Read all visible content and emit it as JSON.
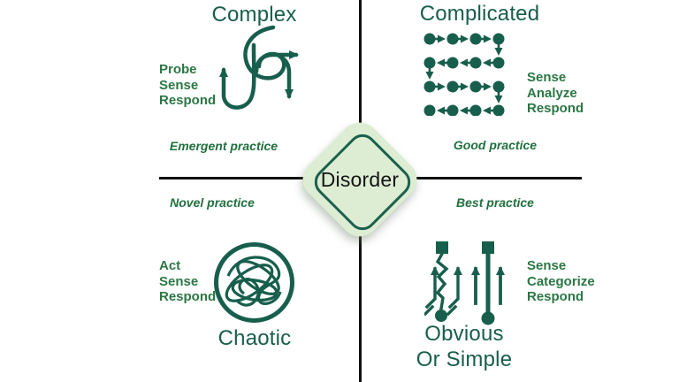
{
  "colors": {
    "title_green": "#185e4d",
    "label_green": "#2b7744",
    "practice_green": "#20703f",
    "icon_green": "#185e4d",
    "divider_black": "#101010",
    "diamond_fill": "#dcedd4",
    "diamond_stroke": "#1b604c",
    "disorder_text": "#141414",
    "background": "#ffffff"
  },
  "center": {
    "label": "Disorder"
  },
  "quadrants": {
    "complex": {
      "title": "Complex",
      "icon": "tangled-arrows-icon",
      "actions": [
        "Probe",
        "Sense",
        "Respond"
      ],
      "practice": "Emergent practice"
    },
    "complicated": {
      "title": "Complicated",
      "icon": "dot-grid-snake-icon",
      "actions": [
        "Sense",
        "Analyze",
        "Respond"
      ],
      "practice": "Good practice"
    },
    "chaotic": {
      "title": "Chaotic",
      "icon": "scribble-circle-icon",
      "actions": [
        "Act",
        "Sense",
        "Respond"
      ],
      "practice": "Novel practice"
    },
    "obvious": {
      "title": "Obvious",
      "title_line2": "Or Simple",
      "icon": "sorted-paths-icon",
      "actions": [
        "Sense",
        "Categorize",
        "Respond"
      ],
      "practice": "Best practice"
    }
  }
}
